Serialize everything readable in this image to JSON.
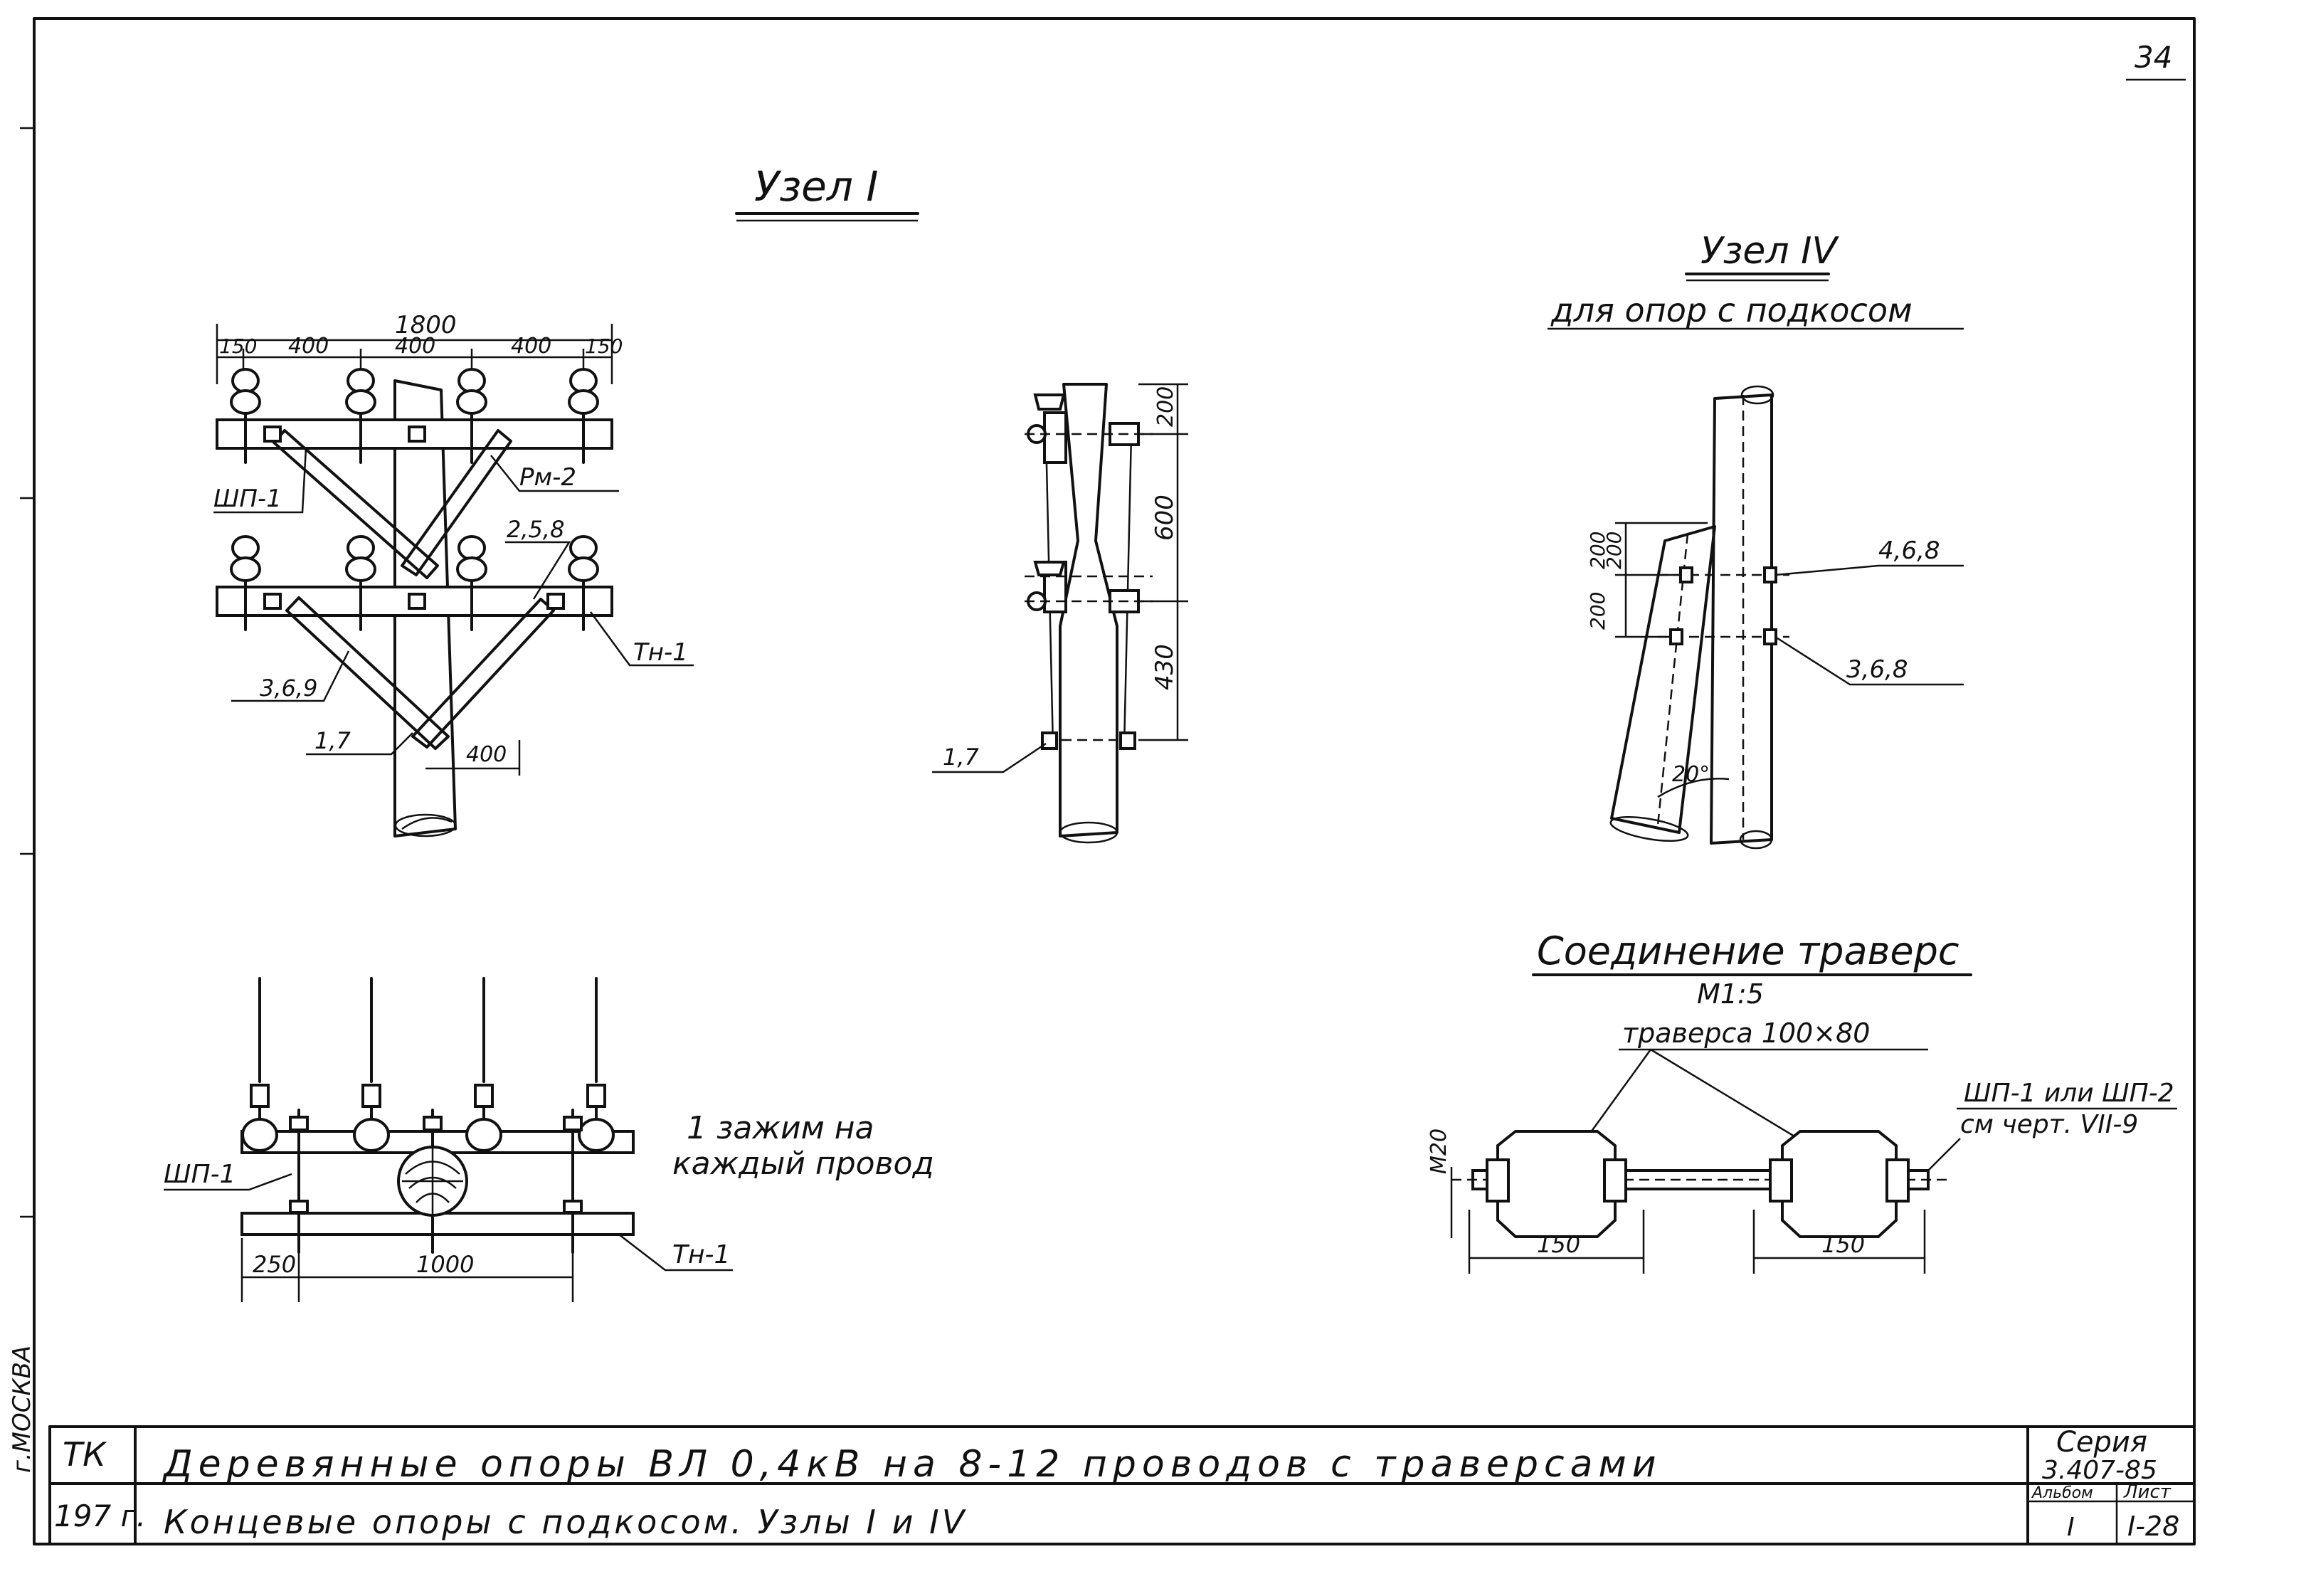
{
  "page_number": "34",
  "left_margin_text": "г.МОСКВА",
  "node1": {
    "title": "Узел I",
    "dims": {
      "total": "1800",
      "edge_left": "150",
      "d1": "400",
      "d2": "400",
      "d3": "400",
      "edge_right": "150",
      "lower": "400"
    },
    "labels": {
      "shp": "ШП-1",
      "rm": "Рм-2",
      "c258": "2,5,8",
      "tn": "Тн-1",
      "c369": "3,6,9",
      "c17": "1,7"
    }
  },
  "side_view": {
    "dims": {
      "d200": "200",
      "d600": "600",
      "d430": "430"
    },
    "label_17": "1,7"
  },
  "node4": {
    "title": "Узел IV",
    "subtitle": "для опор с подкосом",
    "dims": {
      "d200a": "200",
      "d200b": "200",
      "d200c": "200"
    },
    "labels": {
      "c468": "4,6,8",
      "c368": "3,6,8"
    },
    "angle": "20°"
  },
  "clamp_view": {
    "note_line1": "1 зажим на",
    "note_line2": "каждый провод",
    "shp": "ШП-1",
    "tn": "Тн-1",
    "dims": {
      "d250": "250",
      "d1000": "1000"
    }
  },
  "joint": {
    "title": "Соединение траверс",
    "scale": "М1:5",
    "traverse_label": "траверса 100×80",
    "shp_line1": "ШП-1 или ШП-2",
    "shp_line2": "см черт. VII-9",
    "m20": "М20",
    "d150a": "150",
    "d150b": "150"
  },
  "title_block": {
    "org": "ТК",
    "year": "197 г.",
    "title": "Деревянные опоры ВЛ 0,4кВ на 8-12 проводов с траверсами",
    "subtitle": "Концевые опоры с подкосом. Узлы I и IV",
    "series_label": "Серия",
    "series": "3.407-85",
    "album_label": "Альбом",
    "album": "I",
    "sheet_label": "Лист",
    "sheet": "I-28"
  }
}
